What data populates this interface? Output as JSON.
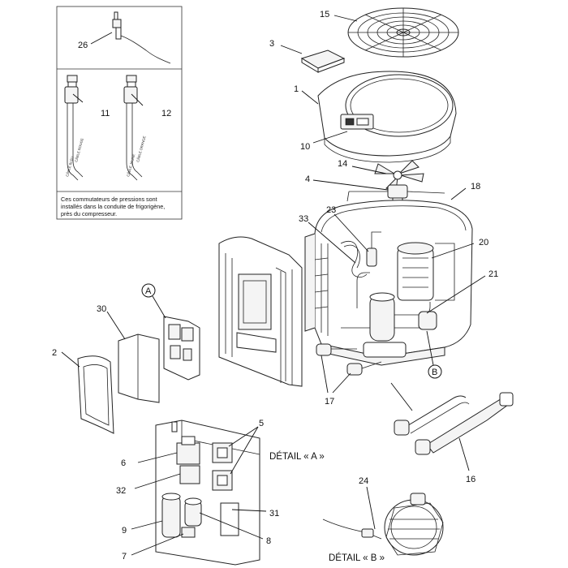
{
  "callouts": [
    {
      "id": "c15",
      "text": "15"
    },
    {
      "id": "c3",
      "text": "3"
    },
    {
      "id": "c1",
      "text": "1"
    },
    {
      "id": "c10",
      "text": "10"
    },
    {
      "id": "c14",
      "text": "14"
    },
    {
      "id": "c4",
      "text": "4"
    },
    {
      "id": "c18",
      "text": "18"
    },
    {
      "id": "c23",
      "text": "23"
    },
    {
      "id": "c33",
      "text": "33"
    },
    {
      "id": "c20",
      "text": "20"
    },
    {
      "id": "c21",
      "text": "21"
    },
    {
      "id": "c26",
      "text": "26"
    },
    {
      "id": "c11",
      "text": "11"
    },
    {
      "id": "c12",
      "text": "12"
    },
    {
      "id": "c30",
      "text": "30"
    },
    {
      "id": "c2",
      "text": "2"
    },
    {
      "id": "c17",
      "text": "17"
    },
    {
      "id": "c16",
      "text": "16"
    },
    {
      "id": "c5",
      "text": "5"
    },
    {
      "id": "c6",
      "text": "6"
    },
    {
      "id": "c32",
      "text": "32"
    },
    {
      "id": "c31",
      "text": "31"
    },
    {
      "id": "c9",
      "text": "9"
    },
    {
      "id": "c8",
      "text": "8"
    },
    {
      "id": "c7",
      "text": "7"
    },
    {
      "id": "c24",
      "text": "24"
    }
  ],
  "markers": {
    "a": "A",
    "b": "B"
  },
  "details": {
    "a": "DÉTAIL « A »",
    "b": "DÉTAIL « B »"
  },
  "inset": {
    "note_line1": "Ces commutateurs de pressions sont",
    "note_line2": "installés dans la conduite de frigorigène,",
    "note_line3": "près du compresseur.",
    "cable_left_1": "CÂBLE ROUGE",
    "cable_left_2": "CÂBLE BLEU",
    "cable_right_1": "CÂBLE ORANGE",
    "cable_right_2": "CÂBLE JAUNE"
  }
}
